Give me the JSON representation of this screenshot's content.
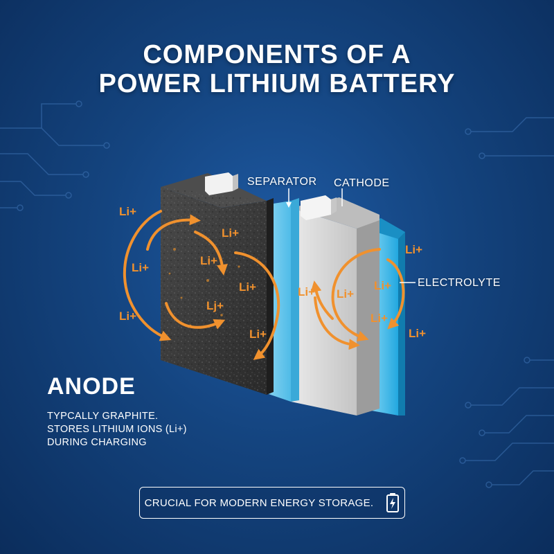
{
  "title": {
    "line1": "COMPONENTS OF A",
    "line2": "POWER LITHIUM BATTERY"
  },
  "labels": {
    "separator": "SEPARATOR",
    "cathode": "CATHODE",
    "electrolyte": "ELECTROLYTE"
  },
  "ion_label": "Li+",
  "ion_label_variant": "Lj+",
  "anode": {
    "title": "ANODE",
    "description": [
      "TYPCALLY GRAPHITE.",
      "STORES LITHIUM IONS (Li+)",
      "DURING CHARGING"
    ]
  },
  "footer": {
    "text": "CRUCIAL FOR MODERN ENERGY STORAGE.",
    "icon": "battery-charging-icon"
  },
  "colors": {
    "background": "#14447f",
    "arrow": "#f0912e",
    "anode": "#3a3a3a",
    "separator": "#6fd0f2",
    "cathode": "#d8d8d8",
    "electrolyte": "#2ab3e8",
    "text": "#ffffff"
  }
}
